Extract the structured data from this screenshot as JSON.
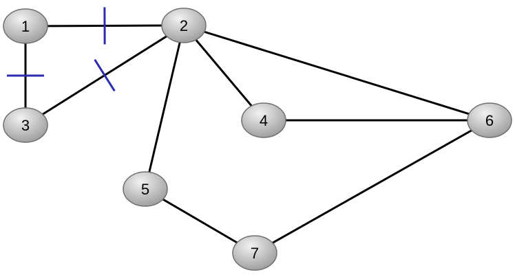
{
  "graph": {
    "nodes": [
      {
        "id": "1",
        "label": "1"
      },
      {
        "id": "2",
        "label": "2"
      },
      {
        "id": "3",
        "label": "3"
      },
      {
        "id": "4",
        "label": "4"
      },
      {
        "id": "5",
        "label": "5"
      },
      {
        "id": "6",
        "label": "6"
      },
      {
        "id": "7",
        "label": "7"
      }
    ],
    "edges": [
      {
        "from": "1",
        "to": "2",
        "cut": true
      },
      {
        "from": "1",
        "to": "3",
        "cut": true
      },
      {
        "from": "3",
        "to": "2",
        "cut": true
      },
      {
        "from": "2",
        "to": "4",
        "cut": false
      },
      {
        "from": "2",
        "to": "6",
        "cut": false
      },
      {
        "from": "2",
        "to": "5",
        "cut": false
      },
      {
        "from": "4",
        "to": "6",
        "cut": false
      },
      {
        "from": "5",
        "to": "7",
        "cut": false
      },
      {
        "from": "7",
        "to": "6",
        "cut": false
      }
    ]
  },
  "colors": {
    "node_fill_light": "#f2f2f2",
    "node_fill_dark": "#9a9a9a",
    "node_stroke": "#6e6e6e",
    "edge": "#000000",
    "cut_mark": "#2b2bb0"
  }
}
